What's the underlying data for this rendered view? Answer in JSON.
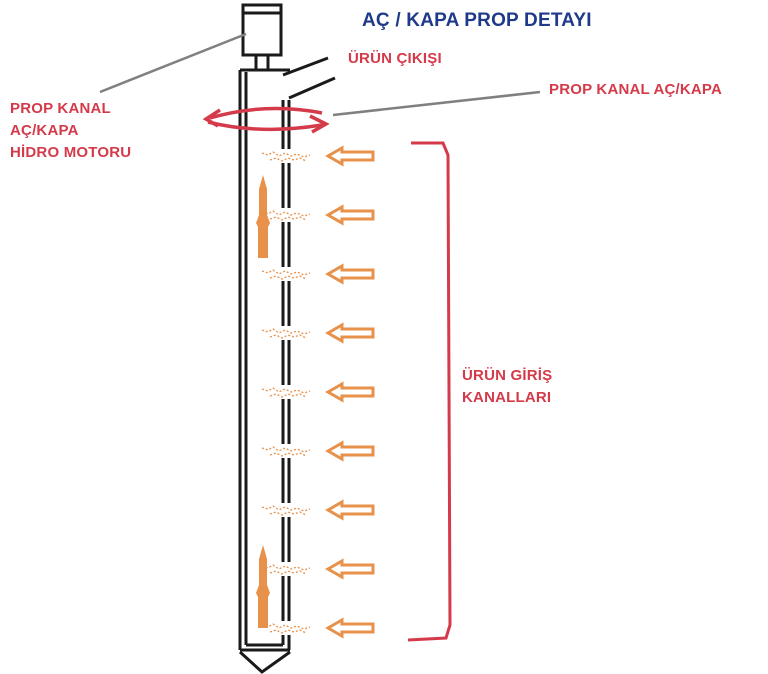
{
  "title": "AÇ / KAPA PROP DETAYI",
  "labels": {
    "product_outlet": "ÜRÜN ÇIKIŞI",
    "channel_open_close": "PROP KANAL AÇ/KAPA",
    "hydro_motor": [
      "PROP KANAL",
      "AÇ/KAPA",
      "HİDRO MOTORU"
    ],
    "inlet_channels": [
      "ÜRÜN GİRİŞ",
      "KANALLARI"
    ]
  },
  "colors": {
    "title": "#1f3a8a",
    "label_red": "#d43a4a",
    "rotation_arrow": "#d43a4a",
    "flow_arrow": "#e8914a",
    "structure": "#1a1a1a",
    "leader_line": "#808080"
  },
  "inlet_arrow_count": 9,
  "upward_flow_arrow_count": 2
}
